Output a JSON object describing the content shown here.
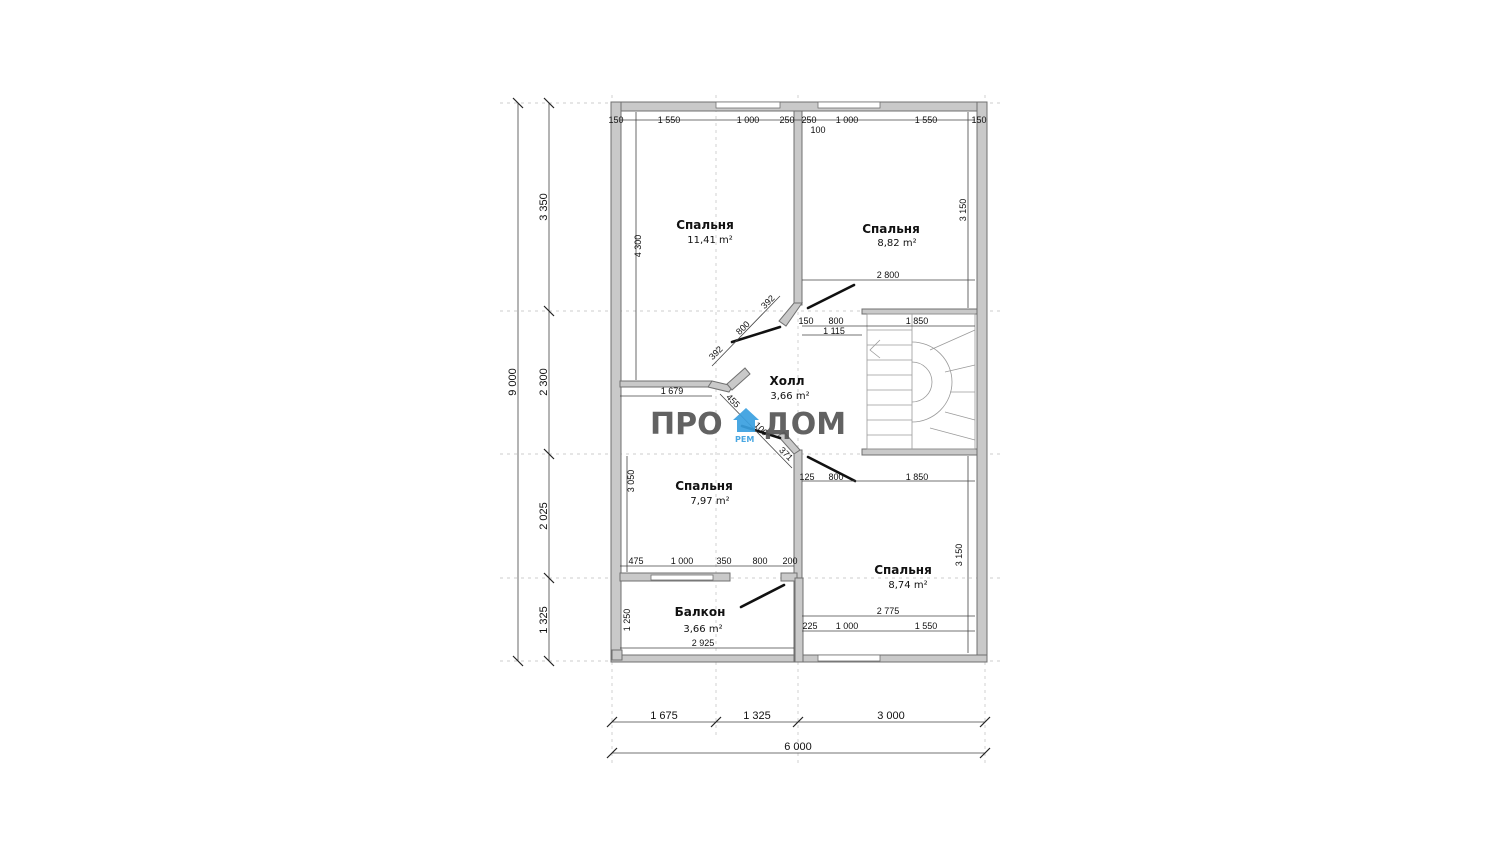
{
  "rooms": [
    {
      "name": "Спальня",
      "area": "11,41 m²"
    },
    {
      "name": "Спальня",
      "area": "8,82 m²"
    },
    {
      "name": "Холл",
      "area": "3,66 m²"
    },
    {
      "name": "Спальня",
      "area": "7,97 m²"
    },
    {
      "name": "Спальня",
      "area": "8,74 m²"
    },
    {
      "name": "Балкон",
      "area": "3,66 m²"
    }
  ],
  "dims_left": {
    "total": "9 000",
    "segments": [
      "3 350",
      "2 300",
      "2 025",
      "1 325"
    ]
  },
  "dims_bottom": {
    "total": "6 000",
    "segments": [
      "1 675",
      "1 325",
      "3 000"
    ]
  },
  "dims_inner": {
    "top_row": [
      "150",
      "1 550",
      "1 000",
      "250",
      "250",
      "1 000",
      "1 550",
      "150"
    ],
    "d100": "100",
    "v4300": "4 300",
    "v3150_top": "3 150",
    "h2800": "2 800",
    "d392a": "392",
    "d800a": "800",
    "d392b": "392",
    "d150": "150",
    "d800b": "800",
    "d1850_top": "1 850",
    "d1115": "1 115",
    "h1679": "1 679",
    "d455": "455",
    "d100b": "100",
    "d371": "371",
    "d125": "125",
    "d800c": "800",
    "d1850_bot": "1 850",
    "v3050": "3 050",
    "v3150_bot": "3 150",
    "bal_row": [
      "475",
      "1 000",
      "350",
      "800",
      "200"
    ],
    "v1250": "1 250",
    "h2925": "2 925",
    "h2775": "2 775",
    "bot_row": [
      "225",
      "1 000",
      "1 550"
    ]
  },
  "logo": {
    "left": "ПРО",
    "right": "ДОМ",
    "sub": "РЕМ"
  },
  "colors": {
    "wall": "#c9c9c9",
    "accent": "#3aa0e0",
    "logo": "#555555"
  }
}
